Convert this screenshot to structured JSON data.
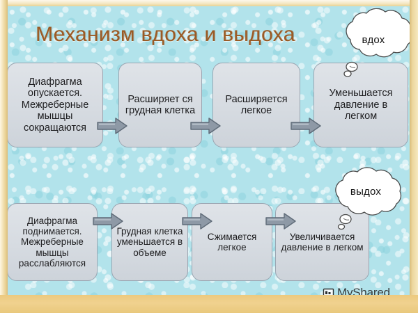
{
  "slide": {
    "title": "Механизм вдоха и выдоха",
    "title_color": "#9a5a24",
    "background_color": "#b2e3eb",
    "frame_color": "#ecc97f",
    "box_fill_color": "#d6dbe1",
    "box_border_color": "#9aa5b1",
    "arrow_color": "#8a96a3"
  },
  "inhale_row": {
    "bubble": {
      "label": "вдох"
    },
    "steps": [
      {
        "text": "Диафрагма опускается. Межреберные мышцы сокращаются"
      },
      {
        "text": "Расширяет ся грудная клетка"
      },
      {
        "text": "Расширяется легкое"
      },
      {
        "text": "Уменьшается давление в легком"
      }
    ]
  },
  "exhale_row": {
    "bubble": {
      "label": "выдох"
    },
    "steps": [
      {
        "text": "Диафрагма поднимается. Межреберные мышцы расслабляются"
      },
      {
        "text": "Грудная клетка уменьшается в объеме"
      },
      {
        "text": "Сжимается легкое"
      },
      {
        "text": "Увеличивается давление в легком"
      }
    ]
  },
  "watermark": {
    "text": "MyShared",
    "icon": "presentation-board-icon"
  }
}
